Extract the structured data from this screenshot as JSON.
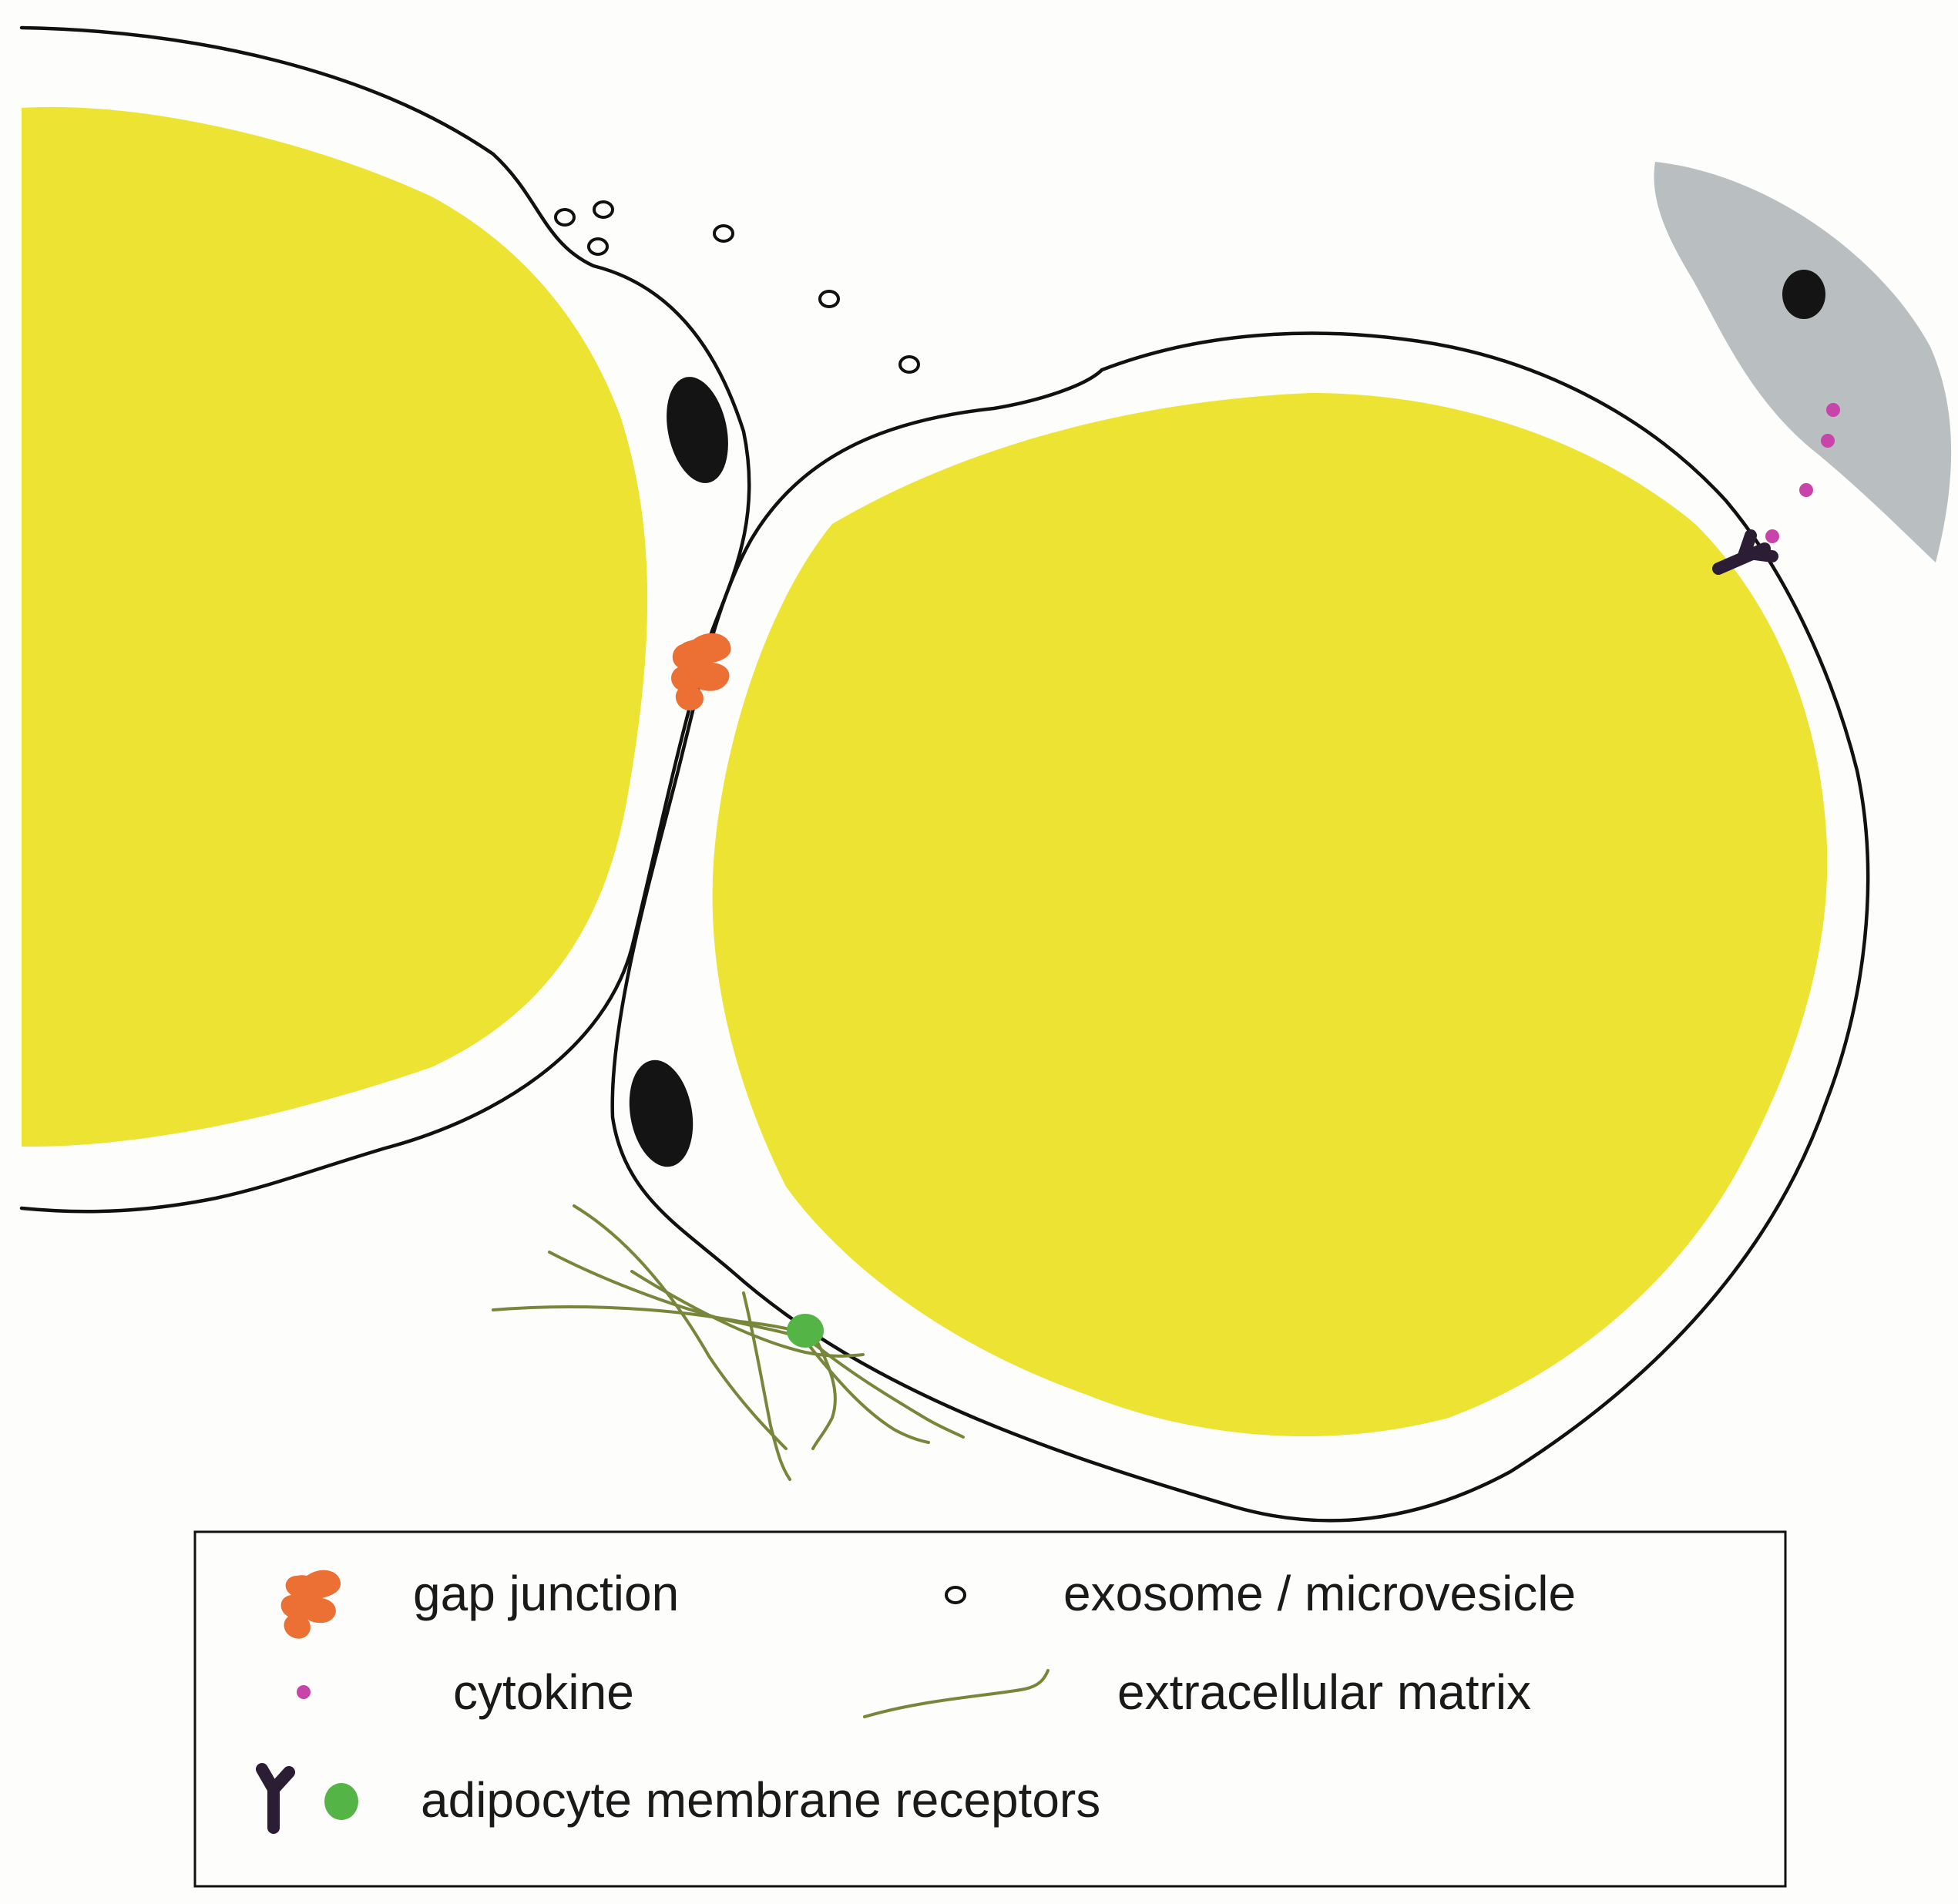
{
  "colors": {
    "background": "#fdfdfb",
    "lipid": "#ece332",
    "nucleus": "#141414",
    "gap_junction": "#ec6f34",
    "cytokine": "#c944aa",
    "extracellular_matrix": "#77863a",
    "receptor_dark": "#2b1d33",
    "receptor_green": "#55b446",
    "neighbor_cell": "#b9bfc0",
    "outline": "#111111"
  },
  "icons": {
    "gap_junction": "gap-junction-icon",
    "exosome": "exosome-icon",
    "cytokine": "cytokine-icon",
    "extracellular_matrix": "extracellular-matrix-icon",
    "receptor_dark": "dark-receptor-icon",
    "receptor_green": "green-receptor-icon"
  },
  "legend": {
    "gap_junction": "gap junction",
    "exosome": "exosome / microvesicle",
    "cytokine": "cytokine",
    "extracellular_matrix": "extracellular matrix",
    "membrane_receptors": "adipocyte membrane receptors"
  }
}
